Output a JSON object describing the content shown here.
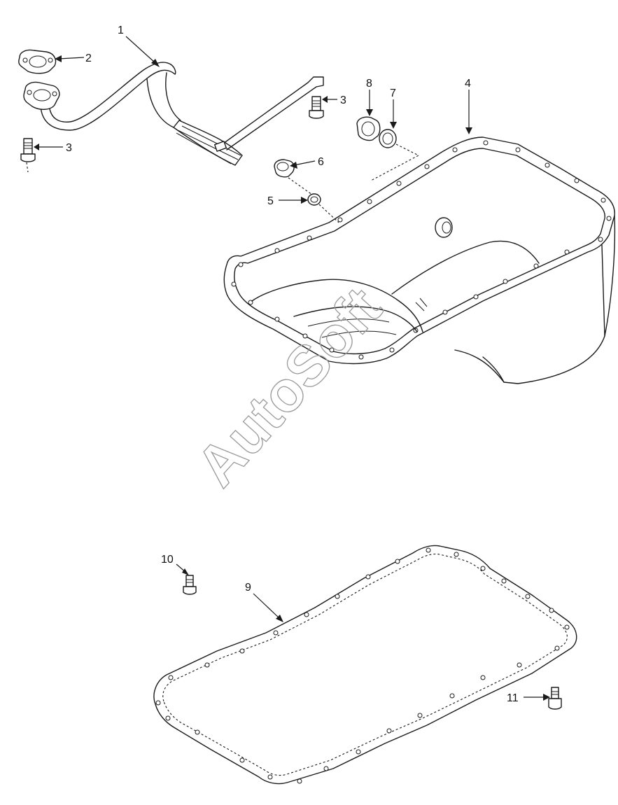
{
  "callouts": {
    "c1": "1",
    "c2": "2",
    "c3a": "3",
    "c3b": "3",
    "c4": "4",
    "c5": "5",
    "c6": "6",
    "c7": "7",
    "c8": "8",
    "c9": "9",
    "c10": "10",
    "c11": "11"
  },
  "watermark": "AutoSoft"
}
